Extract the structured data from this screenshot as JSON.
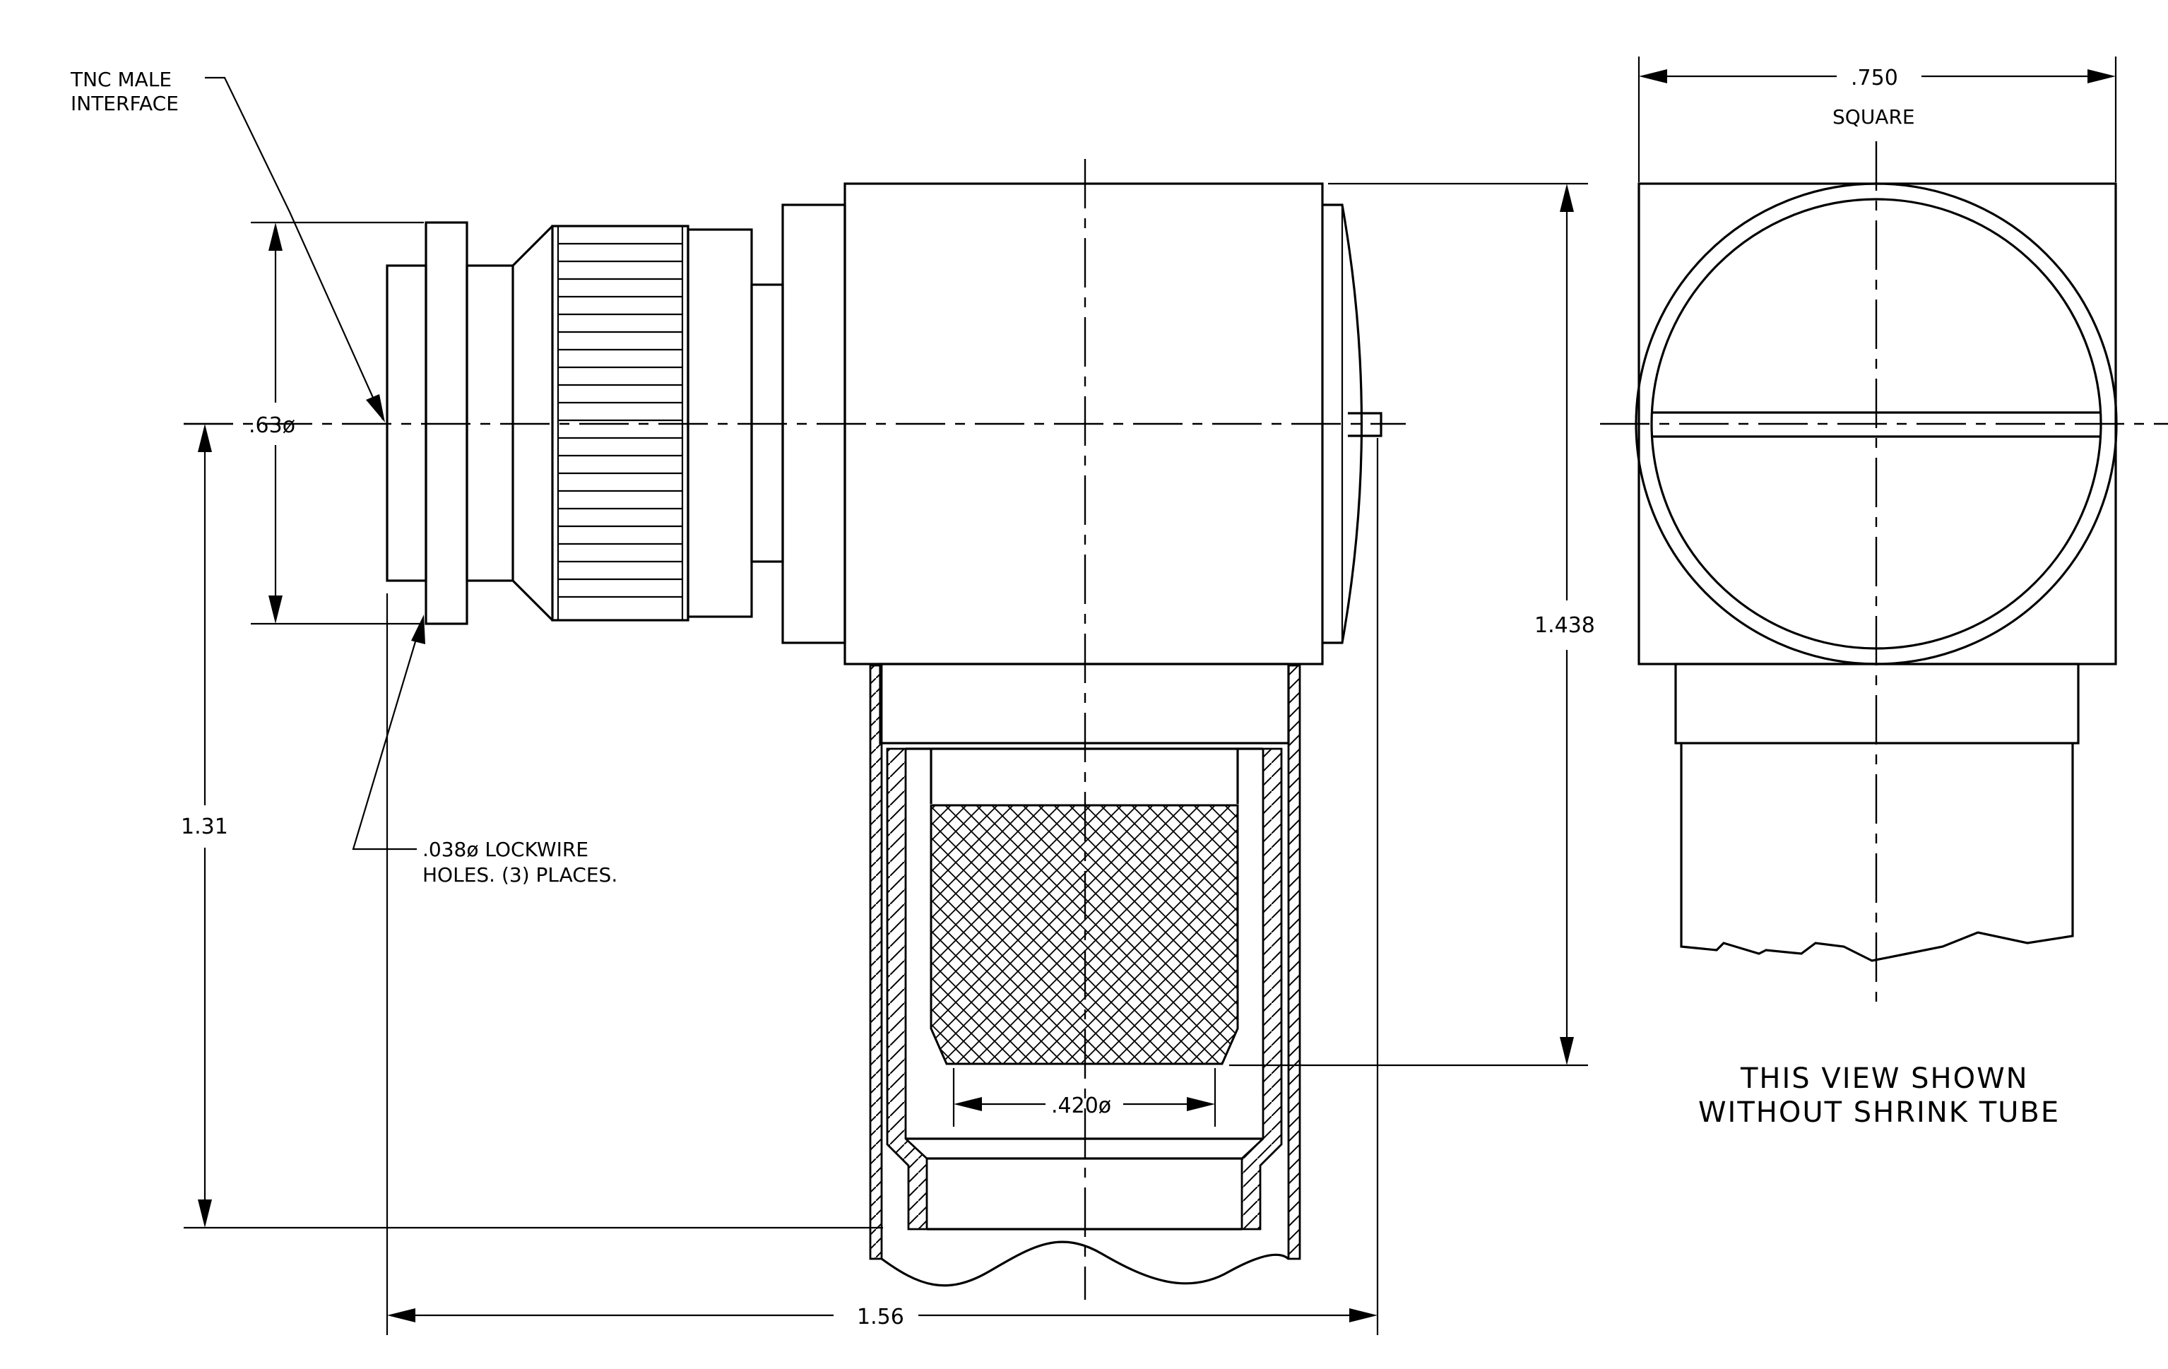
{
  "drawing": {
    "notes": {
      "tnc_line1": "TNC MALE",
      "tnc_line2": "INTERFACE",
      "lockwire_line1": ".038ø LOCKWIRE",
      "lockwire_line2": "HOLES. (3) PLACES.",
      "view_note_line1": "THIS VIEW SHOWN",
      "view_note_line2": "WITHOUT SHRINK TUBE",
      "square_label": "SQUARE"
    },
    "dimensions": {
      "interface_dia": ".63ø",
      "width_top": ".750",
      "height_right": "1.438",
      "height_left": "1.31",
      "overall_length": "1.56",
      "cable_dia": ".420ø"
    }
  }
}
